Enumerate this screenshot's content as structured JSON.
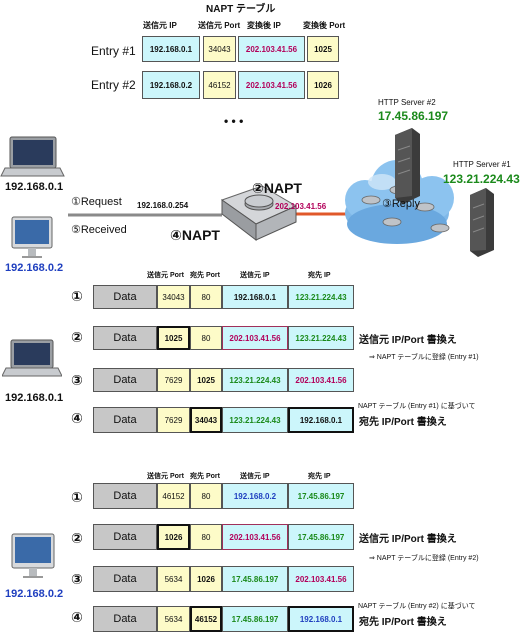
{
  "napt_table": {
    "title": "NAPT テーブル",
    "headers": [
      "送信元 IP",
      "送信元 Port",
      "変換後 IP",
      "変換後 Port"
    ],
    "entries": [
      {
        "label": "Entry #1",
        "src_ip": "192.168.0.1",
        "src_port": "34043",
        "nat_ip": "202.103.41.56",
        "nat_port": "1025"
      },
      {
        "label": "Entry #2",
        "src_ip": "192.168.0.2",
        "src_port": "46152",
        "nat_ip": "202.103.41.56",
        "nat_port": "1026"
      }
    ],
    "ellipsis": "• • •"
  },
  "network": {
    "client1_ip": "192.168.0.1",
    "client2_ip": "192.168.0.2",
    "request": "①Request",
    "received": "⑤Received",
    "lan_ip": "192.168.0.254",
    "wan_ip": "202.103.41.56",
    "napt2": "②NAPT",
    "napt4": "④NAPT",
    "reply": "③Reply",
    "server2_name": "HTTP Server #2",
    "server2_ip": "17.45.86.197",
    "server1_name": "HTTP Server #1",
    "server1_ip": "123.21.224.43"
  },
  "flow_headers": [
    "送信元 Port",
    "宛先 Port",
    "送信元 IP",
    "宛先 IP"
  ],
  "flow1": {
    "client_ip": "192.168.0.1",
    "rows": [
      {
        "num": "①",
        "data": "Data",
        "sport": "34043",
        "dport": "80",
        "sip": "192.168.0.1",
        "dip": "123.21.224.43"
      },
      {
        "num": "②",
        "data": "Data",
        "sport": "1025",
        "dport": "80",
        "sip": "202.103.41.56",
        "dip": "123.21.224.43"
      },
      {
        "num": "③",
        "data": "Data",
        "sport": "7629",
        "dport": "1025",
        "sip": "123.21.224.43",
        "dip": "202.103.41.56"
      },
      {
        "num": "④",
        "data": "Data",
        "sport": "7629",
        "dport": "34043",
        "sip": "123.21.224.43",
        "dip": "192.168.0.1"
      }
    ],
    "note2": "送信元 IP/Port 書換え",
    "note2b": "⇒ NAPT テーブルに登録 (Entry #1)",
    "note4a": "NAPT テーブル (Entry #1) に基づいて",
    "note4b": "宛先 IP/Port 書換え"
  },
  "flow2": {
    "client_ip": "192.168.0.2",
    "rows": [
      {
        "num": "①",
        "data": "Data",
        "sport": "46152",
        "dport": "80",
        "sip": "192.168.0.2",
        "dip": "17.45.86.197"
      },
      {
        "num": "②",
        "data": "Data",
        "sport": "1026",
        "dport": "80",
        "sip": "202.103.41.56",
        "dip": "17.45.86.197"
      },
      {
        "num": "③",
        "data": "Data",
        "sport": "5634",
        "dport": "1026",
        "sip": "17.45.86.197",
        "dip": "202.103.41.56"
      },
      {
        "num": "④",
        "data": "Data",
        "sport": "5634",
        "dport": "46152",
        "sip": "17.45.86.197",
        "dip": "192.168.0.1"
      }
    ],
    "note2": "送信元 IP/Port 書換え",
    "note2b": "⇒ NAPT テーブルに登録 (Entry #2)",
    "note4a": "NAPT テーブル (Entry #2) に基づいて",
    "note4b": "宛先 IP/Port 書換え"
  }
}
